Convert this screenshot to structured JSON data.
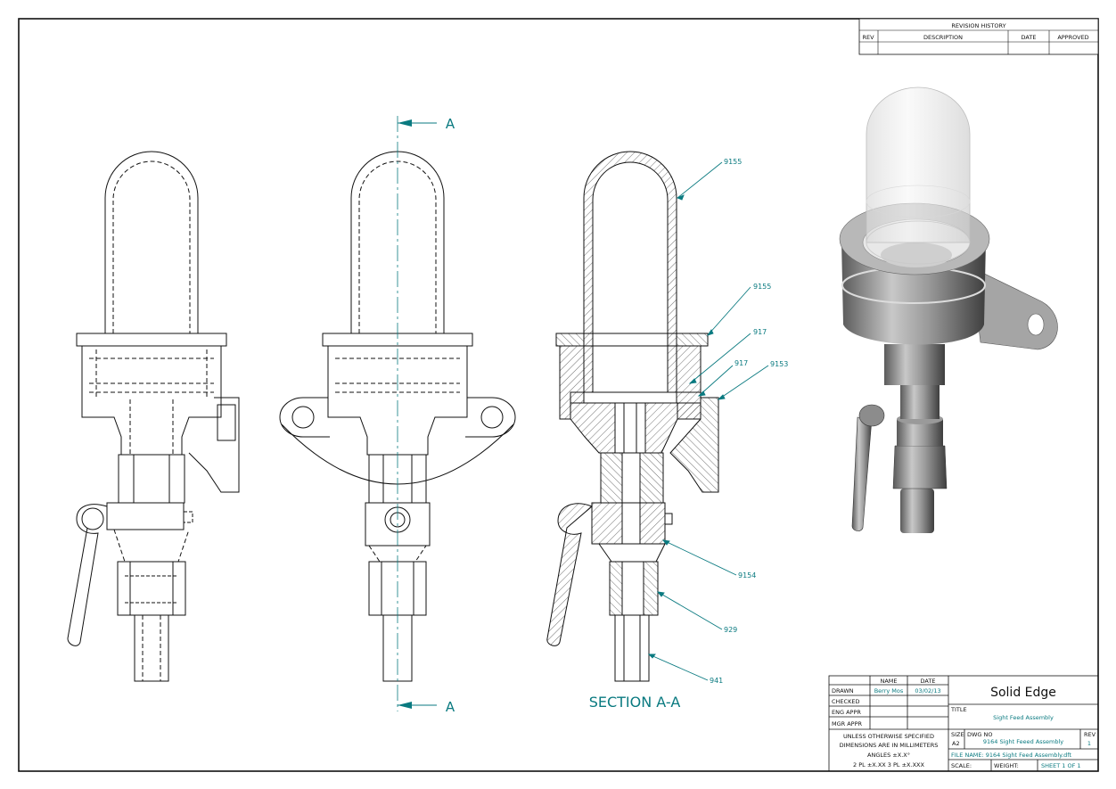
{
  "revision_history": {
    "title": "REVISION HISTORY",
    "columns": [
      "REV",
      "DESCRIPTION",
      "DATE",
      "APPROVED"
    ]
  },
  "section": {
    "cut_label_top": "A",
    "cut_label_bottom": "A",
    "caption": "SECTION A-A"
  },
  "callouts": [
    "9155",
    "9155",
    "917",
    "917",
    "9153",
    "9154",
    "929",
    "941"
  ],
  "title_block": {
    "name_header": "NAME",
    "date_header": "DATE",
    "rows": [
      {
        "role": "DRAWN",
        "name": "Berry Mos",
        "date": "03/02/13"
      },
      {
        "role": "CHECKED",
        "name": "",
        "date": ""
      },
      {
        "role": "ENG APPR",
        "name": "",
        "date": ""
      },
      {
        "role": "MGR APPR",
        "name": "",
        "date": ""
      }
    ],
    "notes": [
      "UNLESS OTHERWISE SPECIFIED",
      "DIMENSIONS ARE IN MILLIMETERS",
      "ANGLES ±X.X°",
      "2 PL ±X.XX 3 PL ±X.XXX"
    ],
    "company": "Solid Edge",
    "title_label": "TITLE",
    "title": "Sight Feed Assembly",
    "size_label": "SIZE",
    "size": "A2",
    "dwg_no_label": "DWG NO",
    "dwg_no": "9164 Sight Feeed Assembly",
    "rev_label": "REV",
    "rev": "1",
    "file_name": "FILE NAME: 9164 Sight Feed Assembly.dft",
    "scale": "SCALE:",
    "weight": "WEIGHT:",
    "sheet": "SHEET 1 OF 1"
  },
  "colors": {
    "line": "#111111",
    "annotation": "#0a7a80"
  }
}
